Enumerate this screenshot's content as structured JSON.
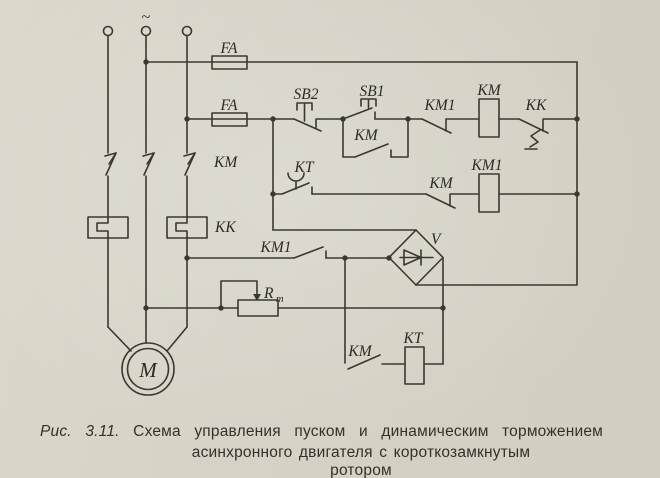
{
  "figure": {
    "caption": {
      "prefix": "Рис. 3.11.",
      "line1": "Схема управления пуском и динамическим торможением",
      "line2": "асинхронного двигателя с короткозамкнутым ротором"
    },
    "labels": {
      "ac": "~",
      "fa_top": "FA",
      "fa_control": "FA",
      "sb2": "SB2",
      "sb1": "SB1",
      "km_selfhold": "KM",
      "km1_interlock": "KM1",
      "km_coil": "KM",
      "kk_contact": "KK",
      "kt_contact": "KT",
      "km_aux": "KM",
      "km1_coil": "KM1",
      "km_main": "KM",
      "kk_thermal": "KK",
      "km1_brake": "KM1",
      "rectifier": "V",
      "r_main": "R",
      "r_sub": "т",
      "km_brake_aux": "KM",
      "kt_coil": "KT",
      "motor": "M"
    },
    "colors": {
      "paper": "#d6d2c6",
      "ink": "#3b3832"
    }
  }
}
